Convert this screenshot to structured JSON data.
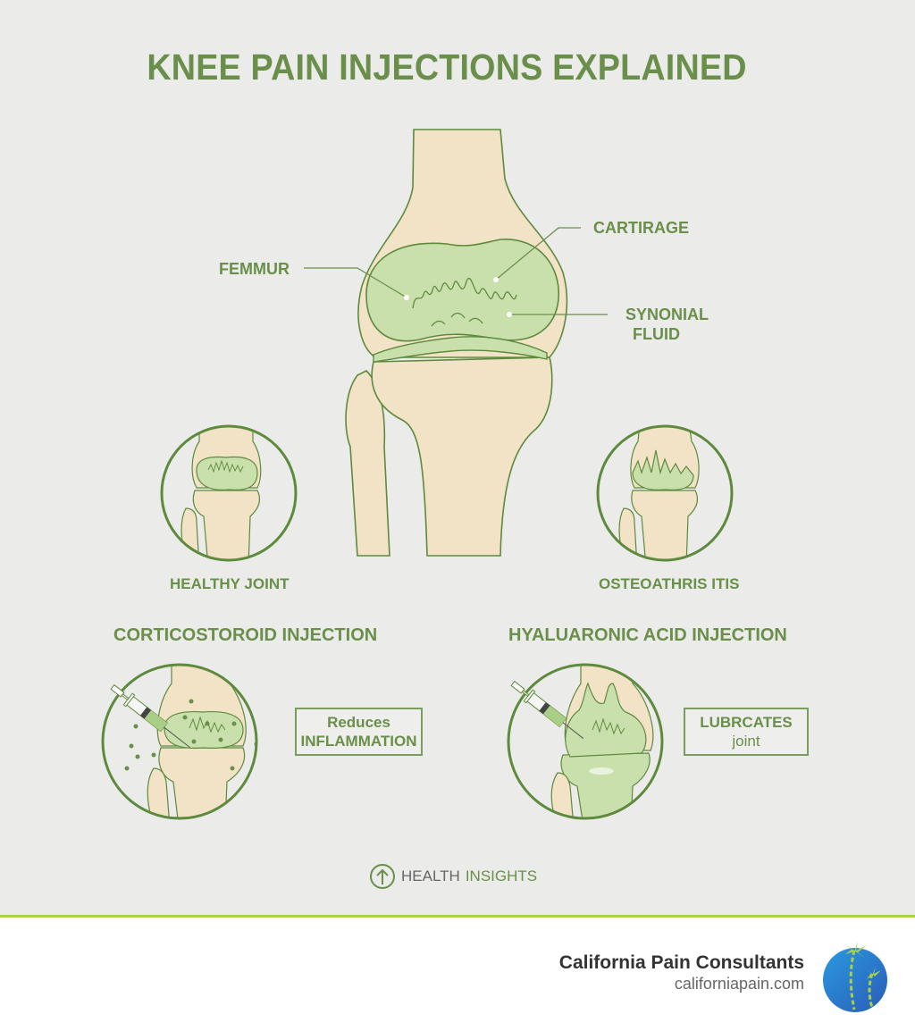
{
  "header": {
    "title": "KNEE PAIN INJECTIONS EXPLAINED"
  },
  "main_diagram": {
    "labels": {
      "femur": "FEMMUR",
      "cartilage": "CARTIRAGE",
      "synovial_line1": "SYNONIAL",
      "synovial_line2": "FLUID"
    }
  },
  "comparison": {
    "healthy": {
      "caption": "HEALTHY JOINT"
    },
    "osteoarthritis": {
      "caption": "OSTEOATHRIS ITIS"
    }
  },
  "injections": {
    "corticosteroid": {
      "title": "CORTICOSTOROID INJECTION",
      "effect_line1": "Reduces",
      "effect_line2": "INFLAMMATION"
    },
    "hyaluronic": {
      "title": "HYALUARONIC ACID INJECTION",
      "effect_line1": "LUBRCATES",
      "effect_line2": "joint"
    }
  },
  "badge": {
    "icon": "arrow-up-circle-icon",
    "word1": "HEALTH",
    "word2": "INSIGHTS"
  },
  "footer": {
    "brand_name": "California Pain Consultants",
    "brand_url": "californiapain.com",
    "logo_icon": "palm-tree-globe-icon"
  },
  "colors": {
    "background": "#ebebea",
    "accent_green": "#6a8f4a",
    "outline_green": "#5e8a3e",
    "cartilage_green": "#c9e0ad",
    "bone": "#f2e3c6",
    "divider": "#a8d04a",
    "logo_blue": "#2a7fd0"
  }
}
